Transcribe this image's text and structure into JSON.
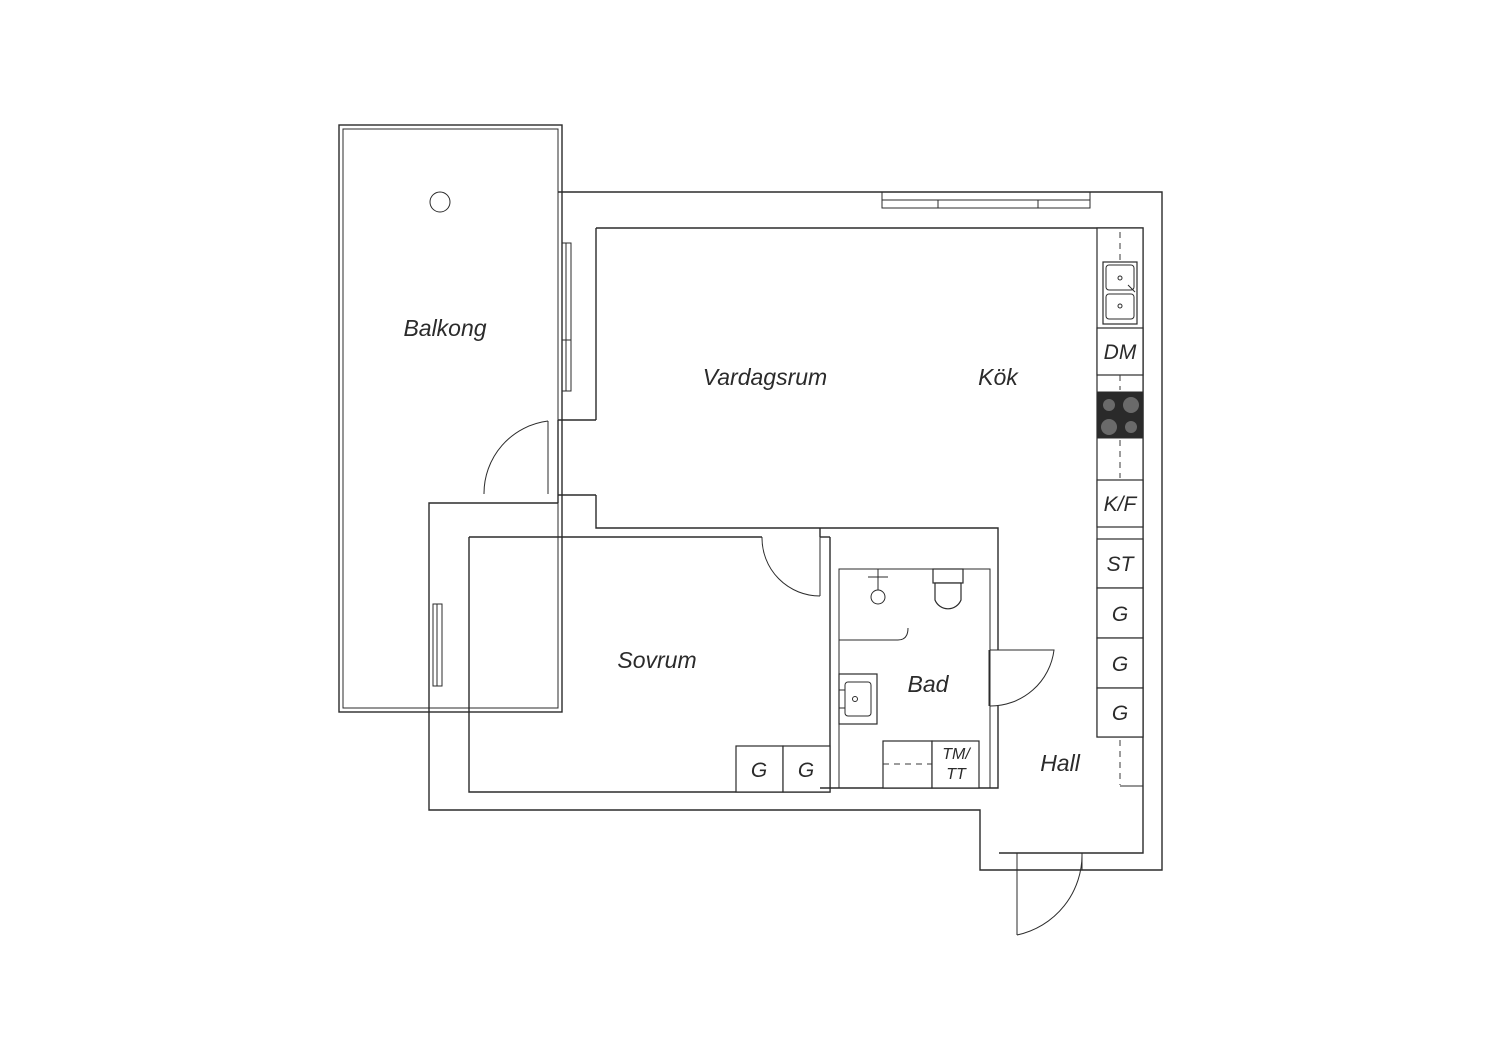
{
  "colors": {
    "line": "#2b2b2b",
    "background": "#ffffff",
    "stove": "#2a2a2a"
  },
  "rooms": {
    "balcony": "Balkong",
    "living": "Vardagsrum",
    "kitchen": "Kök",
    "bedroom": "Sovrum",
    "bath": "Bad",
    "hall": "Hall"
  },
  "fixtures": {
    "dishwasher": "DM",
    "fridge_freezer": "K/F",
    "cleaning_closet": "ST",
    "wardrobe_1": "G",
    "wardrobe_2": "G",
    "wardrobe_3": "G",
    "bedroom_wardrobe_1": "G",
    "bedroom_wardrobe_2": "G",
    "washer_line1": "TM/",
    "washer_line2": "TT"
  },
  "icons": [
    "sink-icon",
    "stove-icon",
    "toilet-icon",
    "shower-icon",
    "washbasin-icon",
    "drain-icon"
  ]
}
